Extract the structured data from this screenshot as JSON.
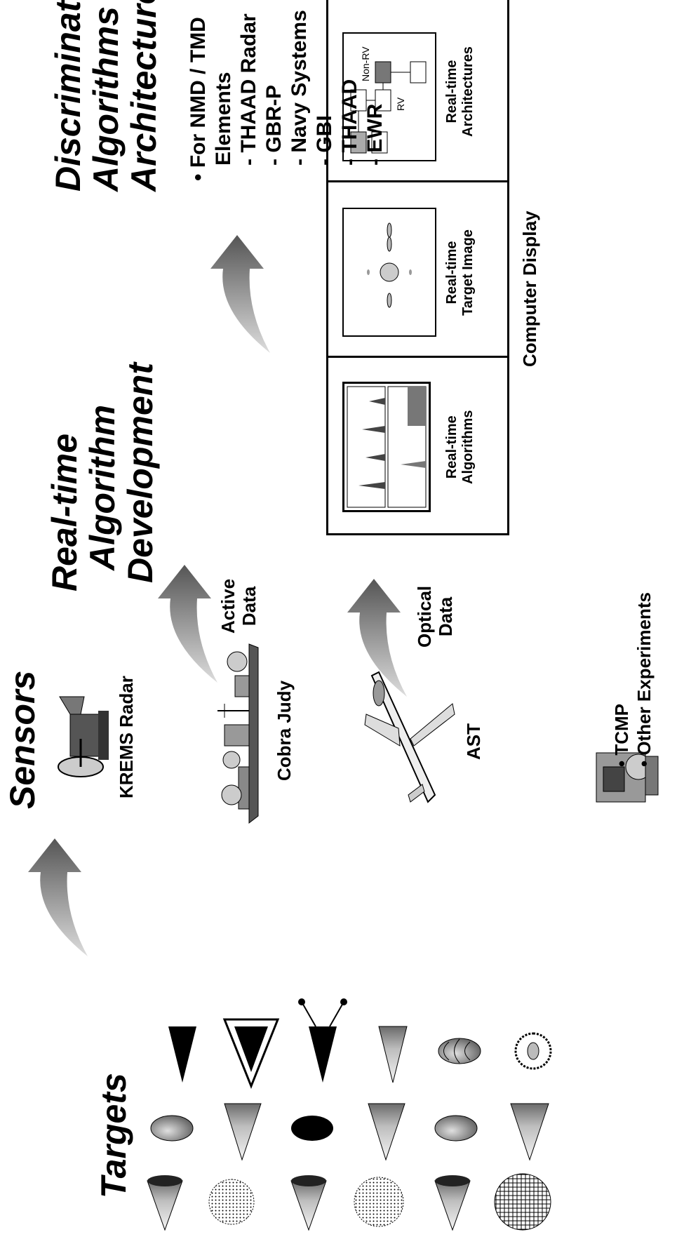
{
  "headings": {
    "targets": "Targets",
    "sensors": "Sensors",
    "realtime": [
      "Real-time",
      "Algorithm",
      "Development"
    ],
    "discrimination": [
      "Discrimination",
      "Algorithms And",
      "Architectures"
    ]
  },
  "sensors": {
    "krems": "KREMS Radar",
    "cobra_judy": "Cobra Judy",
    "ast": "AST",
    "other": [
      "• TCMP",
      "• Other Experiments"
    ]
  },
  "data_flows": {
    "active": [
      "Active",
      "Data"
    ],
    "optical": [
      "Optical",
      "Data"
    ]
  },
  "computer_display": {
    "caption": "Computer Display",
    "panels": [
      {
        "label": [
          "Real-time",
          "Algorithms"
        ]
      },
      {
        "label": [
          "Real-time",
          "Target Image"
        ]
      },
      {
        "label": [
          "Real-time",
          "Architectures"
        ],
        "boxes": [
          "RV",
          "Non-RV"
        ]
      }
    ]
  },
  "elements": {
    "intro": "• For NMD / TMD",
    "intro2": "Elements",
    "items": [
      "- THAAD Radar",
      "- GBR-P",
      "- Navy Systems",
      "- GBI",
      "- THAAD",
      "- EWR"
    ]
  },
  "colors": {
    "arrow_dark": "#555555",
    "arrow_light": "#dddddd",
    "black": "#000000"
  }
}
